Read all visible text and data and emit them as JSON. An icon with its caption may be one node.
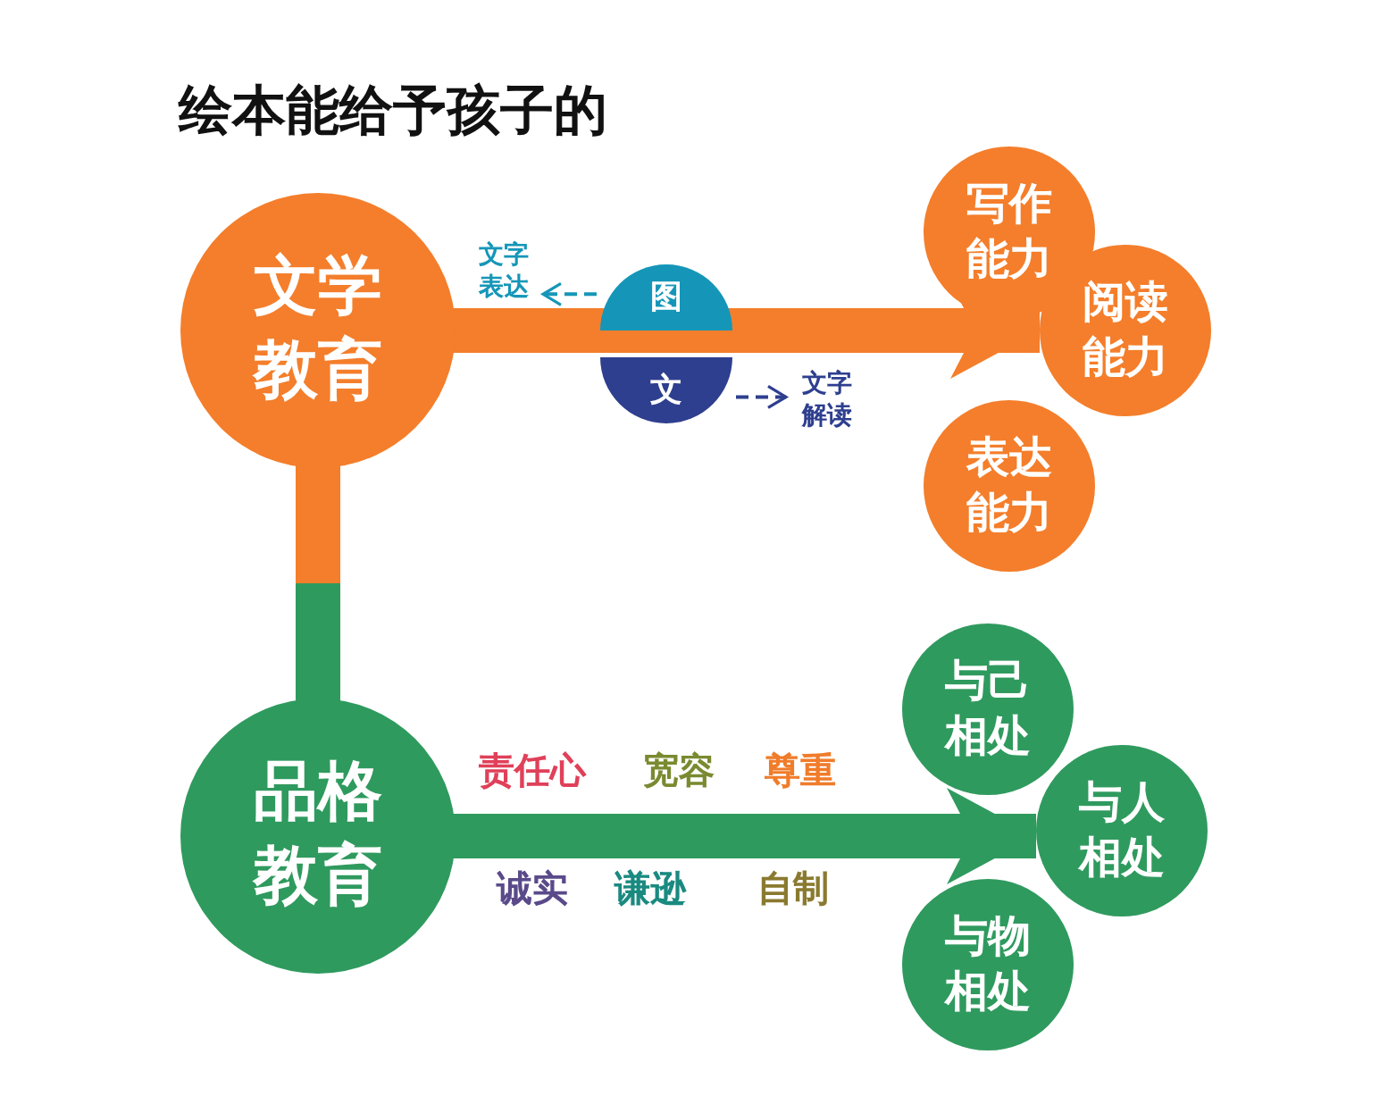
{
  "diagram": {
    "title": "绘本能给予孩子的",
    "nodes": [
      {
        "text": [
          "文学教育"
        ]
      },
      {
        "text": [
          "图"
        ]
      },
      {
        "text": [
          "文"
        ]
      },
      {
        "text": [
          "文字表达"
        ]
      },
      {
        "text": [
          "文字解读"
        ]
      },
      {
        "text": [
          "写作能力"
        ]
      },
      {
        "text": [
          "阅读能力"
        ]
      },
      {
        "text": [
          "表达能力"
        ]
      },
      {
        "text": [
          "品格教育"
        ]
      },
      {
        "text": [
          "与己相处"
        ]
      },
      {
        "text": [
          "与人相处"
        ]
      },
      {
        "text": [
          "与物相处"
        ]
      }
    ],
    "edges": [
      {
        "from": 0,
        "to": 6,
        "arrow": "to",
        "style": "thick",
        "color": "#f47e2b"
      },
      {
        "from": 1,
        "to": 3,
        "arrow": "to",
        "style": "dashed",
        "color": "#1596b8"
      },
      {
        "from": 2,
        "to": 4,
        "arrow": "to",
        "style": "dashed",
        "color": "#2e3f8f"
      },
      {
        "from": 0,
        "to": 8,
        "arrow": "none",
        "style": "thick"
      },
      {
        "from": 8,
        "to": 10,
        "arrow": "to",
        "style": "thick",
        "color": "#2f9a5e"
      }
    ],
    "labels": [
      "责任心",
      "宽容",
      "尊重",
      "诚实",
      "谦逊",
      "自制"
    ]
  }
}
